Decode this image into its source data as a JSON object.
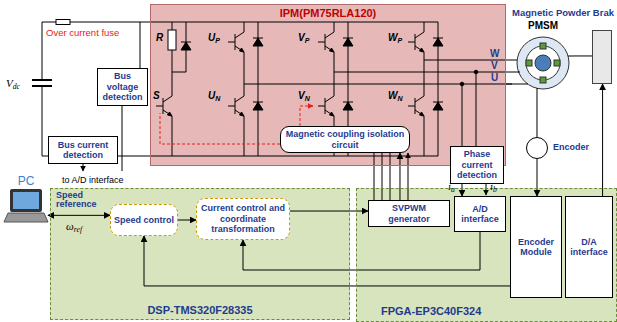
{
  "diagram": {
    "nodes": [
      {
        "text": [
          "IPM(PM75RLA120)"
        ]
      },
      {
        "text": [
          "Bus voltage detection"
        ]
      },
      {
        "text": [
          "Bus current detection"
        ]
      },
      {
        "text": [
          "Magnetic coupling isolation circuit"
        ],
        "in": 0
      },
      {
        "text": [
          "Phase current detection"
        ]
      },
      {
        "text": [
          "PMSM"
        ]
      },
      {
        "text": [
          "Magnetic Powder Brak"
        ]
      },
      {
        "text": [
          "Encoder"
        ]
      },
      {
        "text": [
          "DSP-TMS320F28335"
        ]
      },
      {
        "text": [
          "Speed control"
        ],
        "in": 8
      },
      {
        "text": [
          "Current control and coordinate transformation"
        ],
        "in": 8
      },
      {
        "text": [
          "FPGA-EP3C40F324"
        ]
      },
      {
        "text": [
          "SVPWM generator"
        ],
        "in": 11
      },
      {
        "text": [
          "A/D interface"
        ],
        "in": 11
      },
      {
        "text": [
          "Encoder Module"
        ],
        "in": 11
      },
      {
        "text": [
          "D/A interface"
        ],
        "in": 11
      },
      {
        "text": [
          "PC"
        ]
      }
    ],
    "edges": [
      {
        "from": 12,
        "to": 3,
        "arrow": "to"
      },
      {
        "from": 0,
        "to": 5,
        "arrow": "none"
      },
      {
        "from": 4,
        "to": 13,
        "arrow": "to"
      },
      {
        "from": 7,
        "to": 14,
        "arrow": "to"
      },
      {
        "from": 15,
        "to": 6,
        "arrow": "to"
      },
      {
        "from": 5,
        "to": 6,
        "arrow": "none"
      },
      {
        "from": 16,
        "to": 9,
        "arrow": "both"
      },
      {
        "from": 9,
        "to": 10,
        "arrow": "to"
      },
      {
        "from": 10,
        "to": 12,
        "arrow": "to"
      },
      {
        "from": 13,
        "to": 10,
        "arrow": "to"
      },
      {
        "from": 14,
        "to": 9,
        "arrow": "to"
      },
      {
        "from": 5,
        "to": 7,
        "arrow": "none"
      }
    ],
    "labels": [
      "Over current fuse",
      "Vdc",
      "R",
      "S",
      "UP",
      "VP",
      "WP",
      "UN",
      "VN",
      "WN",
      "W",
      "V",
      "U",
      "to A/D interface",
      "ia",
      "ib",
      "Speed reference",
      "ωref"
    ]
  }
}
